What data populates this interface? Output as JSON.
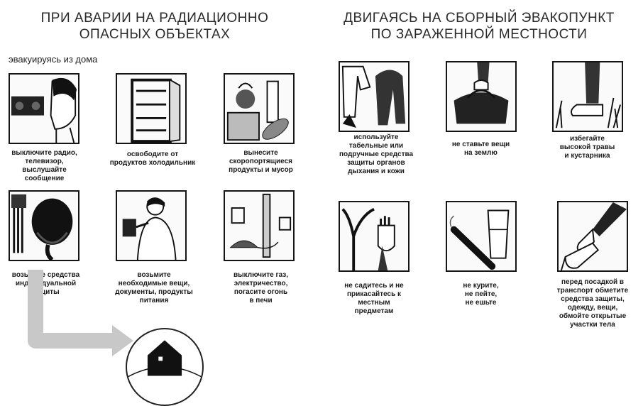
{
  "headers": {
    "left_line1": "При аварии на радиационно",
    "left_line2": "опасных объектах",
    "right_line1": "Двигаясь на сборный эвакопункт",
    "right_line2": "по зараженной местности"
  },
  "subheader": "эвакуируясь из дома",
  "left_tiles": [
    {
      "icon": "radio-person-icon",
      "caption": [
        "выключите радио,",
        "телевизор,",
        "выслушайте",
        "сообщение"
      ]
    },
    {
      "icon": "fridge-icon",
      "caption": [
        "освободите от",
        "продуктов холодильник"
      ]
    },
    {
      "icon": "food-bottles-icon",
      "caption": [
        "вынесите",
        "скоропортящиеся",
        "продукты и мусор"
      ]
    },
    {
      "icon": "gas-mask-icon",
      "caption": [
        "возьмите средства",
        "индивидуальной",
        "защиты"
      ]
    },
    {
      "icon": "person-documents-icon",
      "caption": [
        "возьмите",
        "необходимые вещи,",
        "документы, продукты",
        "питания"
      ]
    },
    {
      "icon": "iron-plug-icon",
      "caption": [
        "выключите газ,",
        "электричество,",
        "погасите огонь",
        "в печи"
      ]
    }
  ],
  "right_tiles": [
    {
      "icon": "clothes-protection-icon",
      "caption": [
        "используйте",
        "табельные или",
        "подручные средства",
        "защиты органов",
        "дыхания и кожи"
      ]
    },
    {
      "icon": "bag-hand-icon",
      "caption": [
        "не ставьте вещи",
        "на землю"
      ]
    },
    {
      "icon": "boot-grass-icon",
      "caption": [
        "избегайте",
        "высокой травы",
        "и кустарника"
      ]
    },
    {
      "icon": "tree-stop-hand-icon",
      "caption": [
        "не садитесь и не",
        "прикасайтесь к",
        "местным",
        "предметам"
      ]
    },
    {
      "icon": "cigarette-glass-icon",
      "caption": [
        "не курите,",
        "не пейте,",
        "не ешьте"
      ]
    },
    {
      "icon": "hands-cleaning-icon",
      "caption": [
        "перед посадкой в",
        "транспорт обметите",
        "средства защиты,",
        "одежду, вещи,",
        "обмойте открытые",
        "участки тела"
      ]
    }
  ],
  "colors": {
    "ink": "#151515",
    "arrow": "#c8c8c8",
    "paper": "#ffffff"
  }
}
